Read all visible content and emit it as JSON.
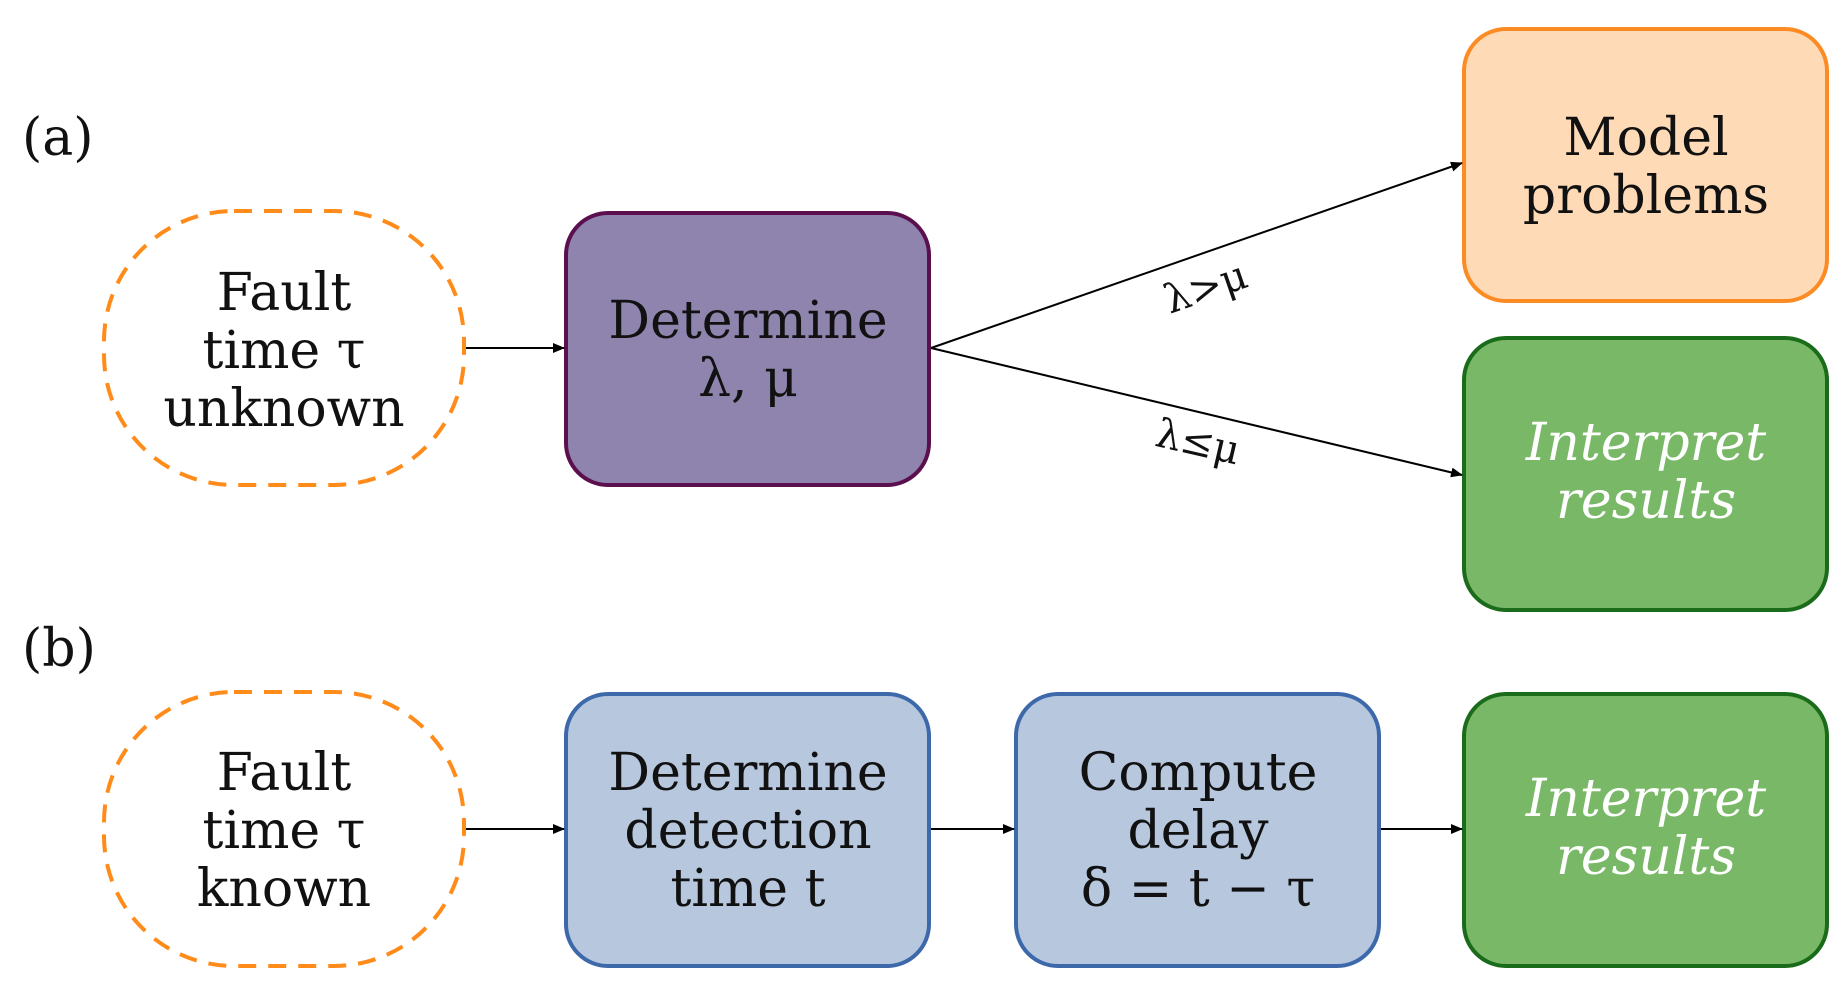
{
  "panel_a": {
    "label": "(a)",
    "start": {
      "lines": [
        "Fault",
        "time τ",
        "unknown"
      ],
      "border": "#ff8c1a"
    },
    "determine": {
      "lines": [
        "Determine",
        "λ, μ"
      ],
      "fill": "#8e84ad",
      "border": "#5b0f4e"
    },
    "model": {
      "lines": [
        "Model",
        "problems"
      ],
      "fill": "#fedab6",
      "border": "#fb8b22"
    },
    "interpret": {
      "lines": [
        "Interpret",
        "results"
      ],
      "fill": "#78b866",
      "border": "#1a6b1a"
    },
    "edge_upper": "λ>μ",
    "edge_lower": "λ≤μ"
  },
  "panel_b": {
    "label": "(b)",
    "start": {
      "lines": [
        "Fault",
        "time τ",
        "known"
      ],
      "border": "#ff8c1a"
    },
    "detect": {
      "lines": [
        "Determine",
        "detection",
        "time t"
      ],
      "fill": "#b6c7de",
      "border": "#3d68aa"
    },
    "delay": {
      "lines": [
        "Compute",
        "delay",
        "δ = t − τ"
      ],
      "fill": "#b6c7de",
      "border": "#3d68aa"
    },
    "interpret": {
      "lines": [
        "Interpret",
        "results"
      ],
      "fill": "#78b866",
      "border": "#1a6b1a"
    }
  }
}
